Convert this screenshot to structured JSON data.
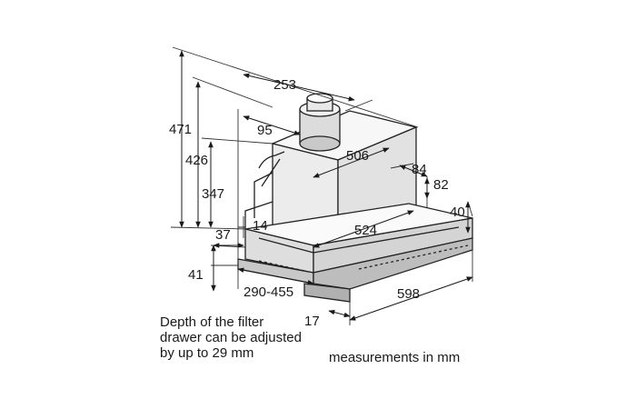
{
  "dimensions": {
    "total_height": "471",
    "height_426": "426",
    "height_347": "347",
    "duct_width": "253",
    "duct_offset": "95",
    "body_depth": "506",
    "body_width_84": "84",
    "height_82": "82",
    "height_40": "40",
    "depth_524": "524",
    "width_14": "14",
    "width_37": "37",
    "height_41": "41",
    "drawer_depth": "290-455",
    "width_598": "598",
    "offset_17": "17"
  },
  "notes": {
    "drawer_line1": "Depth of the filter",
    "drawer_line2": "drawer can be adjusted",
    "drawer_line3": "by up to 29 mm",
    "units": "measurements in mm"
  }
}
